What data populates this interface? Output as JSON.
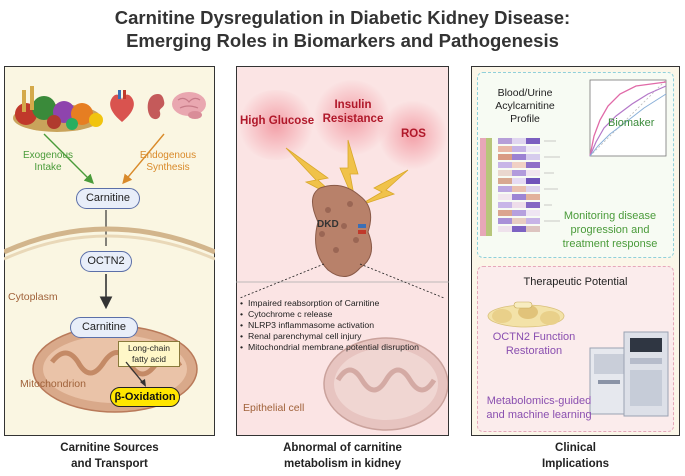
{
  "title": {
    "line1": "Carnitine Dysregulation in Diabetic Kidney Disease:",
    "line2": "Emerging Roles in Biomarkers and Pathogenesis"
  },
  "panel1": {
    "exogenous": [
      "Exogenous",
      "Intake"
    ],
    "endogenous": [
      "Endogenous",
      "Synthesis"
    ],
    "carnitine_top": "Carnitine",
    "octn2": "OCTN2",
    "cytoplasm": "Cytoplasm",
    "carnitine_bottom": "Carnitine",
    "fatty_acid": [
      "Long-chain",
      "fatty acid"
    ],
    "mitochondrion": "Mitochondrion",
    "beta_oxidation": "β-Oxidation",
    "caption": [
      "Carnitine Sources",
      "and Transport"
    ]
  },
  "panel2": {
    "high_glucose": "High Glucose",
    "insulin_resistance": [
      "Insulin",
      "Resistance"
    ],
    "ros": "ROS",
    "dkd": "DKD",
    "bullets": [
      "Impaired reabsorption of Carnitine",
      "Cytochrome c release",
      "NLRP3 inflammasome activation",
      "Renal parenchymal cell injury",
      "Mitochondrial membrane potential disruption"
    ],
    "epithelial": "Epithelial cell",
    "caption": [
      "Abnormal  of carnitine",
      "metabolism in kidney"
    ]
  },
  "panel3": {
    "profile": [
      "Blood/Urine",
      "Acylcarnitine",
      "Profile"
    ],
    "biomaker": "Biomaker",
    "monitoring": [
      "Monitoring disease",
      "progression and",
      "treatment response"
    ],
    "therapeutic": "Therapeutic Potential",
    "octn2_restoration": [
      "OCTN2 Function",
      "Restoration"
    ],
    "metabolomics": [
      "Metabolomics-guided",
      "and machine learning"
    ],
    "caption": [
      "Clinical",
      "Implications"
    ]
  },
  "colors": {
    "green_text": "#4a9b3a",
    "orange_text": "#d98a2a",
    "brown_text": "#a0623a",
    "purple_text": "#8a4fb0",
    "red_text": "#b0182a"
  },
  "icons": [
    "food-icon",
    "heart-icon",
    "kidney-icon",
    "brain-icon",
    "lightning-icon",
    "mitochondrion-icon",
    "kidney-dkd-icon",
    "heatmap-icon",
    "roc-curve-icon",
    "protein-icon",
    "mass-spectrometer-icon"
  ]
}
